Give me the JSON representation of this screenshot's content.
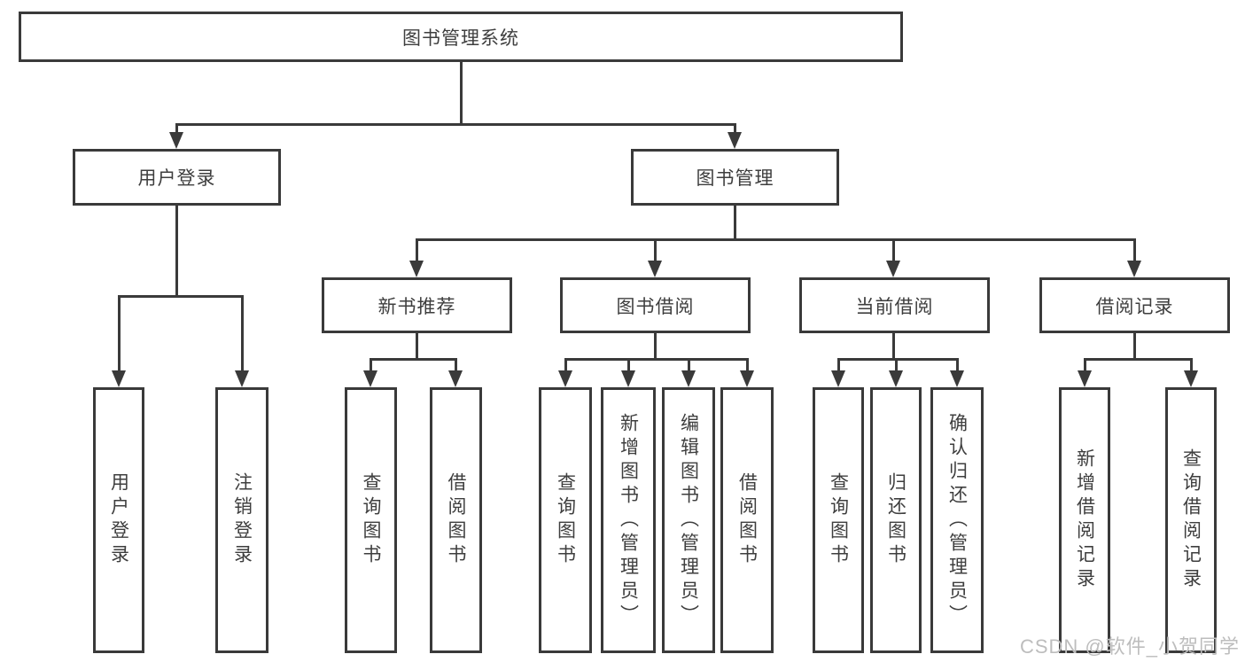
{
  "diagram": {
    "type": "hierarchy-tree",
    "tree": {
      "label": "图书管理系统",
      "children": [
        {
          "label": "用户登录",
          "children": [
            {
              "label": "用户登录"
            },
            {
              "label": "注销登录"
            }
          ]
        },
        {
          "label": "图书管理",
          "children": [
            {
              "label": "新书推荐",
              "children": [
                {
                  "label": "查询图书"
                },
                {
                  "label": "借阅图书"
                }
              ]
            },
            {
              "label": "图书借阅",
              "children": [
                {
                  "label": "查询图书"
                },
                {
                  "label": "新增图书（管理员）"
                },
                {
                  "label": "编辑图书（管理员）"
                },
                {
                  "label": "借阅图书"
                }
              ]
            },
            {
              "label": "当前借阅",
              "children": [
                {
                  "label": "查询图书"
                },
                {
                  "label": "归还图书"
                },
                {
                  "label": "确认归还（管理员）"
                }
              ]
            },
            {
              "label": "借阅记录",
              "children": [
                {
                  "label": "新增借阅记录"
                },
                {
                  "label": "查询借阅记录"
                }
              ]
            }
          ]
        }
      ]
    },
    "colors": {
      "line": "#3a3a3a",
      "text": "#3e3e3e",
      "box_background": "#ffffff",
      "watermark": "#bdbdbd"
    }
  },
  "watermark": {
    "text": "CSDN @软件_小贺同学"
  }
}
